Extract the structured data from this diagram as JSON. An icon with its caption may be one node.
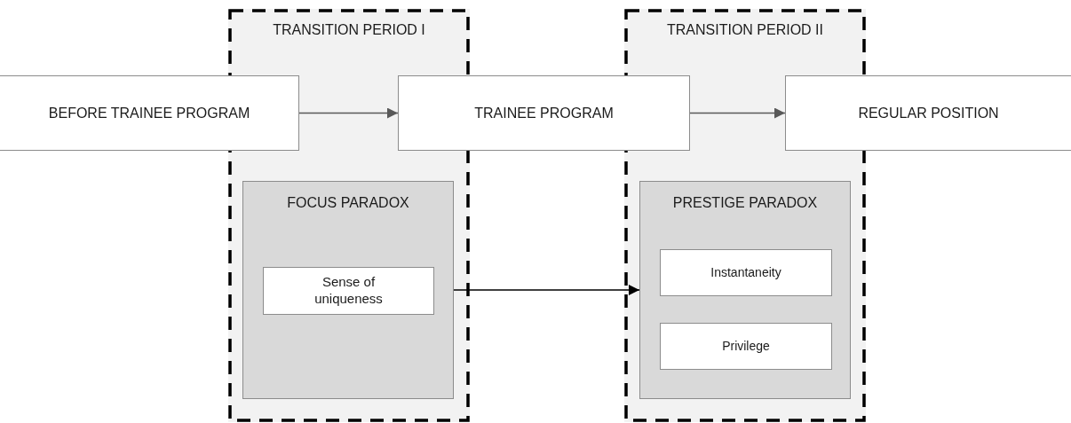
{
  "diagram": {
    "nodes": [
      {
        "text": [
          "TRANSITION PERIOD I"
        ]
      },
      {
        "text": [
          "FOCUS PARADOX"
        ],
        "in": 0
      },
      {
        "text": [
          "Sense of uniqueness"
        ],
        "in": 1
      },
      {
        "text": [
          "TRANSITION PERIOD II"
        ]
      },
      {
        "text": [
          "PRESTIGE PARADOX"
        ],
        "in": 3
      },
      {
        "text": [
          "Instantaneity"
        ],
        "in": 4
      },
      {
        "text": [
          "Privilege"
        ],
        "in": 4
      },
      {
        "text": [
          "BEFORE TRAINEE PROGRAM"
        ]
      },
      {
        "text": [
          "TRAINEE PROGRAM"
        ]
      },
      {
        "text": [
          "REGULAR POSITION"
        ]
      }
    ],
    "edges": [
      {
        "from": 7,
        "to": 8,
        "arrow": "to",
        "color": "#595959"
      },
      {
        "from": 8,
        "to": 9,
        "arrow": "to",
        "color": "#595959"
      },
      {
        "from": 1,
        "to": 4,
        "arrow": "to"
      }
    ]
  }
}
